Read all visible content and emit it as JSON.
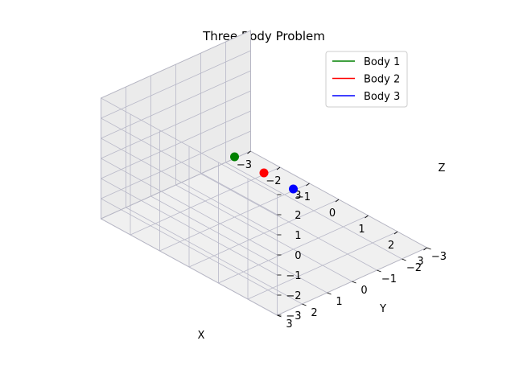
{
  "chart_data": {
    "type": "scatter",
    "projection": "3d",
    "title": "Three-Body Problem",
    "xlabel": "X",
    "ylabel": "Y",
    "zlabel": "Z",
    "xlim": [
      -3,
      3
    ],
    "ylim": [
      -3,
      3
    ],
    "zlim": [
      -3,
      3
    ],
    "x_ticks": [
      "−3",
      "−2",
      "−1",
      "0",
      "1",
      "2",
      "3"
    ],
    "y_ticks": [
      "−3",
      "−2",
      "−1",
      "0",
      "1",
      "2",
      "3"
    ],
    "z_ticks": [
      "−3",
      "−2",
      "−1",
      "0",
      "1",
      "2",
      "3"
    ],
    "grid": true,
    "legend_position": "top-right",
    "series": [
      {
        "name": "Body 1",
        "color": "#008000",
        "points": [
          {
            "x": -1.0,
            "y": 0.0,
            "z": 0.0
          }
        ]
      },
      {
        "name": "Body 2",
        "color": "#ff0000",
        "points": [
          {
            "x": 0.0,
            "y": 0.0,
            "z": 0.0
          }
        ]
      },
      {
        "name": "Body 3",
        "color": "#0000ff",
        "points": [
          {
            "x": 1.0,
            "y": 0.0,
            "z": 0.0
          }
        ]
      }
    ]
  }
}
